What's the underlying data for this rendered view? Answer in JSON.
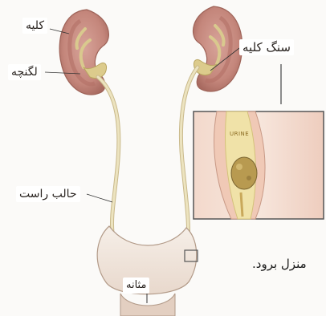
{
  "labels": {
    "kidney": "کلیه",
    "renal_pelvis": "لگنچه",
    "right_ureter": "حالب راست",
    "kidney_stone": "سنگ کلیه",
    "bladder": "مثانه",
    "background_text": "منزل برود."
  },
  "inset": {
    "word": "URINE"
  },
  "colors": {
    "kidney_outer": "#c88f84",
    "kidney_inner": "#b87468",
    "pelvis": "#d9c98e",
    "ureter": "#e2d6a6",
    "stone": "#b89a50",
    "inset_border": "#555555",
    "inset_tissue": "#f1d3c4"
  }
}
